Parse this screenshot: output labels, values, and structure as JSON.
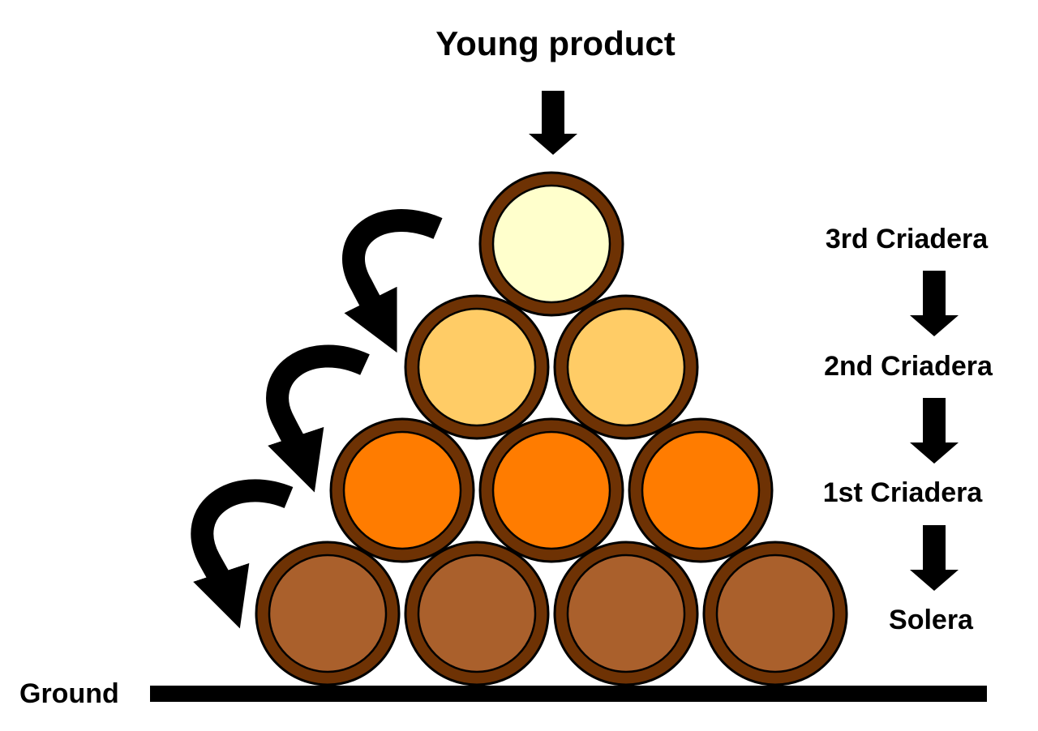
{
  "diagram": {
    "labels": {
      "input": "Young product",
      "ground": "Ground"
    },
    "tiers": [
      {
        "name": "3rd Criadera",
        "barrels": 1,
        "fill": "#FFFFCC"
      },
      {
        "name": "2nd Criadera",
        "barrels": 2,
        "fill": "#FFCC66"
      },
      {
        "name": "1st Criadera",
        "barrels": 3,
        "fill": "#FF7C00"
      },
      {
        "name": "Solera",
        "barrels": 4,
        "fill": "#AA602C"
      }
    ],
    "colors": {
      "barrel_rim": "#6E3204",
      "outline": "#000000",
      "arrow": "#000000",
      "ground": "#000000",
      "background": "#FFFFFF"
    }
  }
}
